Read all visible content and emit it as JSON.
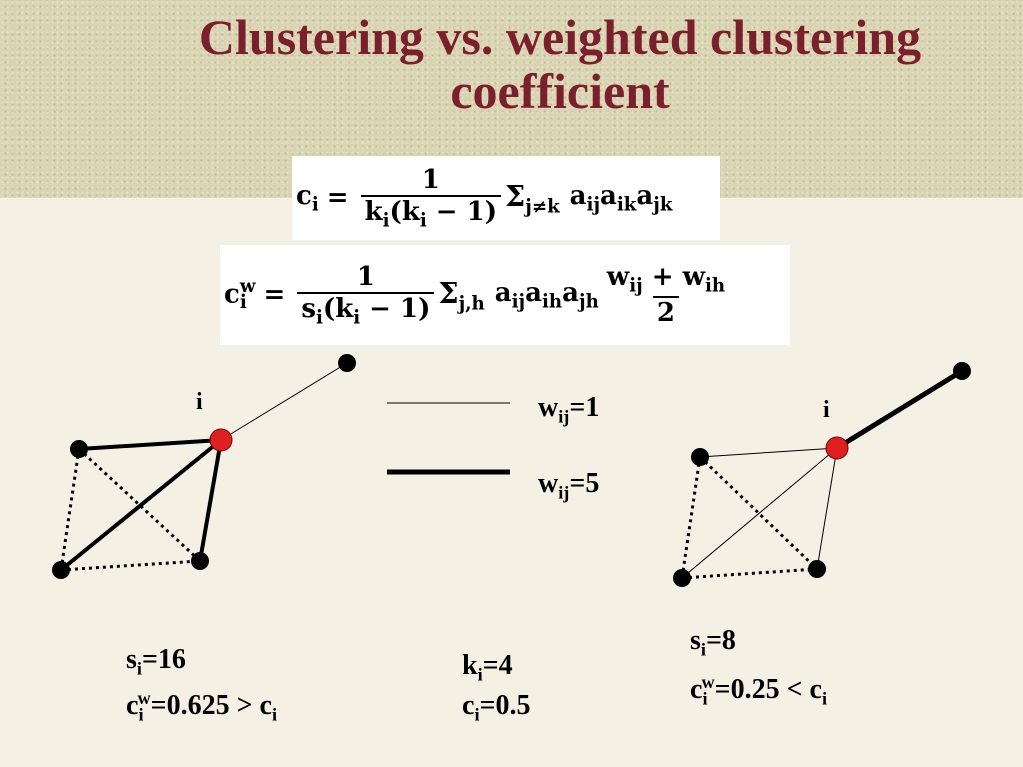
{
  "title": {
    "line1": "Clustering vs. weighted clustering",
    "line2": "coefficient"
  },
  "formula1": {
    "lhs": "c",
    "lhs_sub": "i",
    "eq": "=",
    "num": "1",
    "den_k": "k",
    "den_k_sub": "i",
    "den_open": "(",
    "den_k2": "k",
    "den_k2_sub": "i",
    "den_rest": " − 1)",
    "sigma": "Σ",
    "sigma_sub": "j≠k",
    "t1": "a",
    "t1_sub": "ij",
    "t2": "a",
    "t2_sub": "ik",
    "t3": "a",
    "t3_sub": "jk"
  },
  "formula2": {
    "lhs": "c",
    "lhs_sub": "i",
    "lhs_sup": "w",
    "eq": "=",
    "num": "1",
    "den_s": "s",
    "den_s_sub": "i",
    "den_open": "(",
    "den_k": "k",
    "den_k_sub": "i",
    "den_rest": " − 1)",
    "sigma": "Σ",
    "sigma_sub": "j,h",
    "t1": "a",
    "t1_sub": "ij",
    "t2": "a",
    "t2_sub": "ih",
    "t3": "a",
    "t3_sub": "jh",
    "wnum_a": "w",
    "wnum_a_sub": "ij",
    "wnum_plus": " + ",
    "wnum_b": "w",
    "wnum_b_sub": "ih",
    "wden": "2"
  },
  "left_graph": {
    "node_label": "i"
  },
  "right_graph": {
    "node_label": "i"
  },
  "legend": {
    "thin": {
      "base": "w",
      "sub": "ij",
      "value": "=1"
    },
    "thick": {
      "base": "w",
      "sub": "ij",
      "value": "=5"
    }
  },
  "stats_left": {
    "s_base": "s",
    "s_sub": "i",
    "s_value": "=16",
    "c_base": "c",
    "c_sub": "i",
    "c_sup": "w",
    "c_value": "=0.625 > c",
    "c_value_sub": "i"
  },
  "stats_middle": {
    "k_base": "k",
    "k_sub": "i",
    "k_value": "=4",
    "c_base": "c",
    "c_sub": "i",
    "c_value": "=0.5"
  },
  "stats_right": {
    "s_base": "s",
    "s_sub": "i",
    "s_value": "=8",
    "c_base": "c",
    "c_sub": "i",
    "c_sup": "w",
    "c_value": "=0.25 < c",
    "c_value_sub": "i"
  },
  "colors": {
    "title": "#7a1f2b",
    "focus_node": "#e02020",
    "node": "#000000",
    "header_band": "#d9d4b2",
    "background": "#f4f1e4"
  }
}
